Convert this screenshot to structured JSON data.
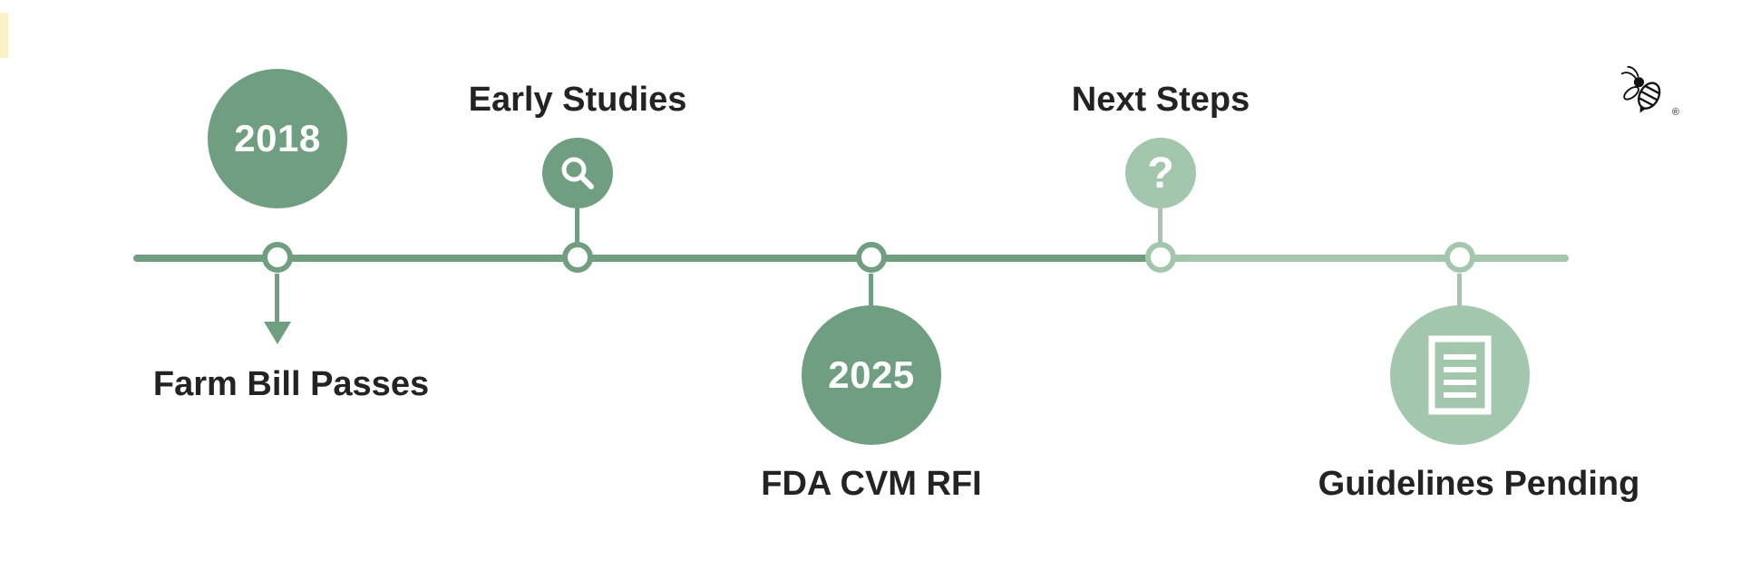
{
  "timeline": {
    "events": [
      {
        "year": "2018",
        "label": "Farm Bill Passes"
      },
      {
        "label": "Early Studies"
      },
      {
        "year": "2025",
        "label": "FDA CVM RFI"
      },
      {
        "label": "Next Steps",
        "symbol": "?"
      },
      {
        "label": "Guidelines Pending"
      }
    ]
  },
  "logo": {
    "registered": "®"
  },
  "colors": {
    "primary_green": "#6f9e80",
    "light_green": "#a3c7ac",
    "text": "#232323",
    "corner_accent": "#faf1c6",
    "background": "#ffffff"
  }
}
